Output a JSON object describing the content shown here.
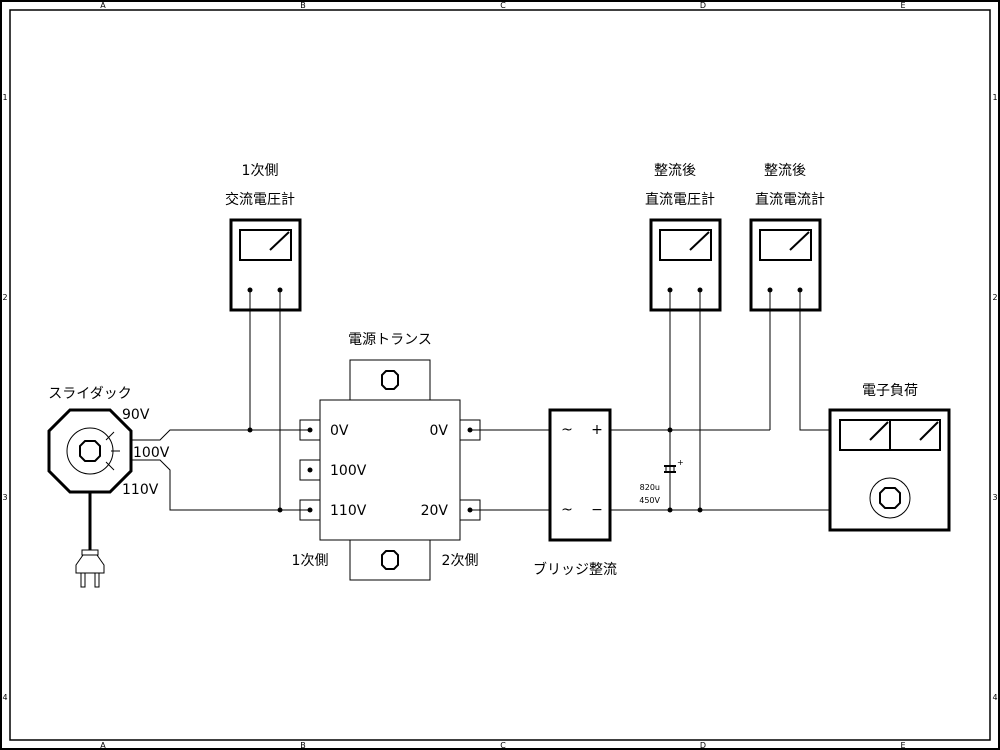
{
  "frame": {
    "column_labels": [
      "A",
      "B",
      "C",
      "D",
      "E"
    ],
    "row_labels": [
      "1",
      "2",
      "3",
      "4"
    ]
  },
  "slidac": {
    "title": "スライダック",
    "taps": [
      "90V",
      "100V",
      "110V"
    ]
  },
  "primary_meter": {
    "label_line1": "1次側",
    "label_line2": "交流電圧計"
  },
  "transformer": {
    "title": "電源トランス",
    "primary_taps": [
      "0V",
      "100V",
      "110V"
    ],
    "secondary_taps": [
      "0V",
      "20V"
    ],
    "primary_side_label": "1次側",
    "secondary_side_label": "2次側"
  },
  "bridge": {
    "title": "ブリッジ整流",
    "ac_symbol": "~",
    "plus_symbol": "+",
    "minus_symbol": "−"
  },
  "capacitor": {
    "capacitance": "820u",
    "voltage": "450V",
    "polarity": "+"
  },
  "dc_voltmeter": {
    "label_line1": "整流後",
    "label_line2": "直流電圧計"
  },
  "dc_ammeter": {
    "label_line1": "整流後",
    "label_line2": "直流電流計"
  },
  "electronic_load": {
    "title": "電子負荷"
  }
}
